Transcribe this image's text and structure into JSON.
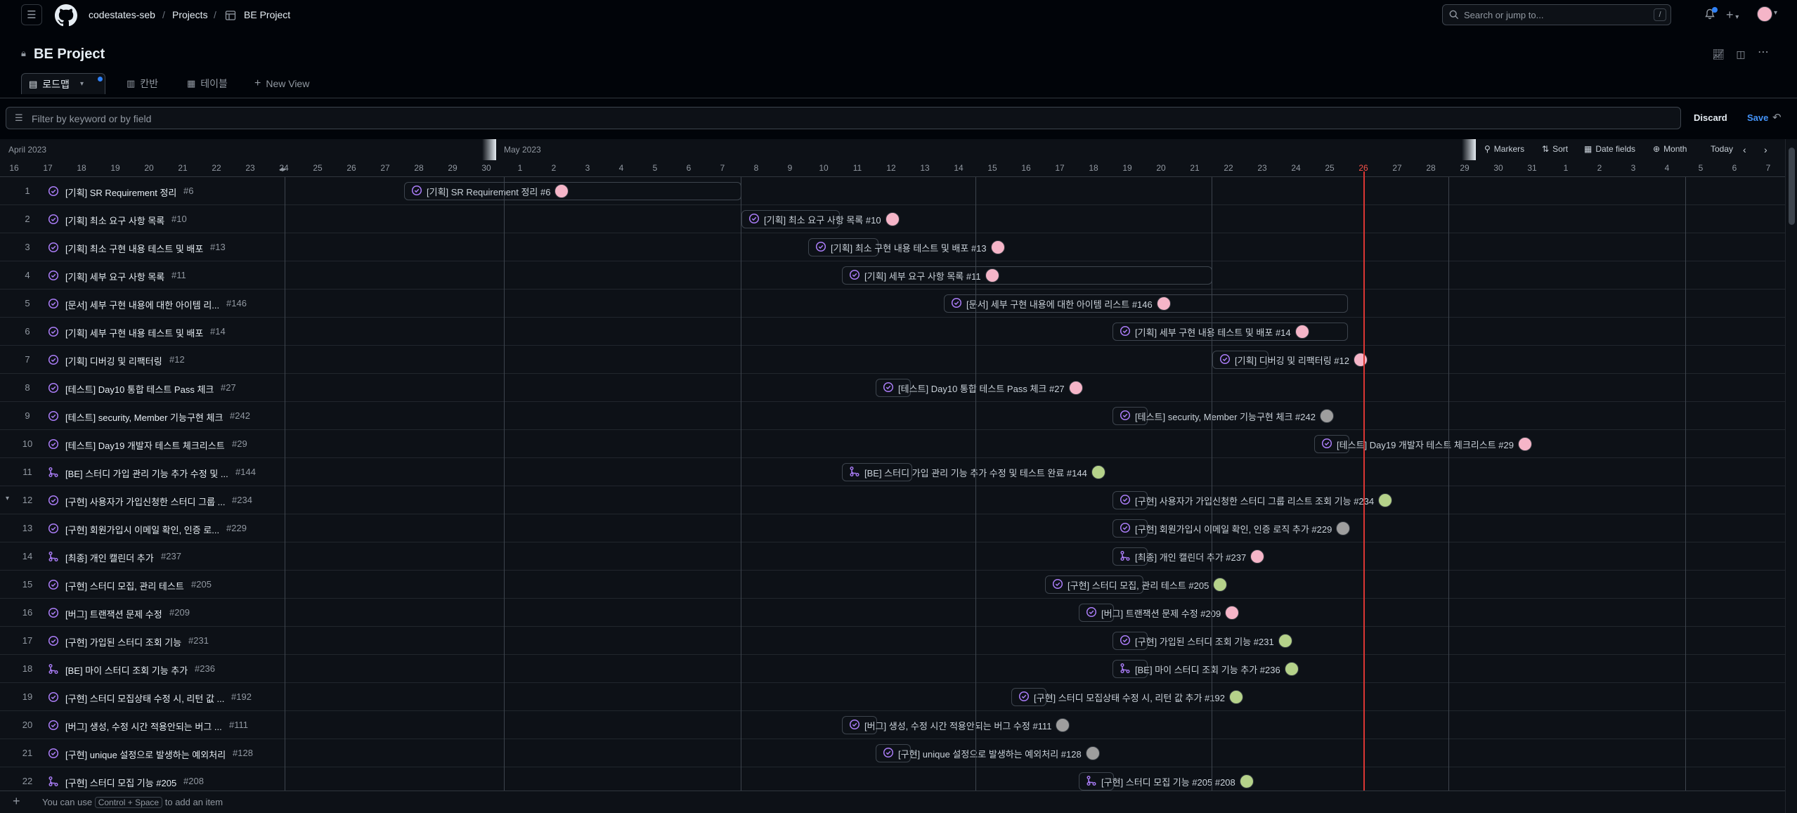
{
  "topbar": {
    "breadcrumb": [
      "codestates-seb",
      "Projects",
      "BE Project"
    ],
    "search_placeholder": "Search or jump to...",
    "search_kbd": "/"
  },
  "project": {
    "title": "BE Project",
    "tabs": [
      {
        "label": "로드맵",
        "icon": "roadmap-icon",
        "active": true
      },
      {
        "label": "칸반",
        "icon": "board-icon",
        "active": false
      },
      {
        "label": "테이블",
        "icon": "table-icon",
        "active": false
      },
      {
        "label": "New View",
        "icon": "plus-icon",
        "active": false
      }
    ]
  },
  "filter": {
    "placeholder": "Filter by keyword or by field",
    "discard_label": "Discard",
    "save_label": "Save"
  },
  "roadmap": {
    "month_left": "April 2023",
    "month_center": "May 2023",
    "controls": {
      "markers": "Markers",
      "sort": "Sort",
      "date_fields": "Date fields",
      "zoom": "Month",
      "today": "Today"
    },
    "today_day": "26",
    "days": [
      "16",
      "17",
      "18",
      "19",
      "20",
      "21",
      "22",
      "23",
      "24",
      "25",
      "26",
      "27",
      "28",
      "29",
      "30",
      "1",
      "2",
      "3",
      "4",
      "5",
      "6",
      "7",
      "8",
      "9",
      "10",
      "11",
      "12",
      "13",
      "14",
      "15",
      "16",
      "17",
      "18",
      "19",
      "20",
      "21",
      "22",
      "23",
      "24",
      "25",
      "26",
      "27",
      "28",
      "29",
      "30",
      "31",
      "1",
      "2",
      "3",
      "4",
      "5",
      "6",
      "7"
    ],
    "rows": [
      {
        "n": "1",
        "title": "[기획] SR Requirement 정리",
        "ref": "#6",
        "type": "issue",
        "bar_label": "[기획] SR Requirement 정리 #6",
        "avatar": "#f5b5c8"
      },
      {
        "n": "2",
        "title": "[기획] 최소 요구 사항 목록",
        "ref": "#10",
        "type": "issue",
        "bar_label": "[기획] 최소 요구 사항 목록 #10",
        "avatar": "#f5b5c8"
      },
      {
        "n": "3",
        "title": "[기획] 최소 구현 내용 테스트 및 배포",
        "ref": "#13",
        "type": "issue",
        "bar_label": "[기획] 최소 구현 내용 테스트 및 배포 #13",
        "avatar": "#f5b5c8"
      },
      {
        "n": "4",
        "title": "[기획] 세부 요구 사항 목록",
        "ref": "#11",
        "type": "issue",
        "bar_label": "[기획] 세부 요구 사항 목록 #11",
        "avatar": "#f5b5c8"
      },
      {
        "n": "5",
        "title": "[문서] 세부 구현 내용에 대한 아이템 리...",
        "ref": "#146",
        "type": "issue",
        "bar_label": "[문서] 세부 구현 내용에 대한 아이템 리스트 #146",
        "avatar": "#f5b5c8"
      },
      {
        "n": "6",
        "title": "[기획] 세부 구현 내용 테스트 및 배포",
        "ref": "#14",
        "type": "issue",
        "bar_label": "[기획] 세부 구현 내용 테스트 및 배포 #14",
        "avatar": "#f5b5c8"
      },
      {
        "n": "7",
        "title": "[기획] 디버깅 및 리팩터링",
        "ref": "#12",
        "type": "issue",
        "bar_label": "[기획] 디버깅 및 리팩터링 #12",
        "avatar": "#f5b5c8"
      },
      {
        "n": "8",
        "title": "[테스트] Day10 통합 테스트 Pass 체크",
        "ref": "#27",
        "type": "issue",
        "bar_label": "[테스트] Day10 통합 테스트 Pass 체크 #27",
        "avatar": "#f5b5c8"
      },
      {
        "n": "9",
        "title": "[테스트] security, Member 기능구현 체크",
        "ref": "#242",
        "type": "issue",
        "bar_label": "[테스트] security, Member 기능구현 체크 #242",
        "avatar": "#9e9e9e"
      },
      {
        "n": "10",
        "title": "[테스트] Day19 개발자 테스트 체크리스트",
        "ref": "#29",
        "type": "issue",
        "bar_label": "[테스트] Day19 개발자 테스트 체크리스트 #29",
        "avatar": "#f5b5c8"
      },
      {
        "n": "11",
        "title": "[BE] 스터디 가입 관리 기능 추가 수정 및 ...",
        "ref": "#144",
        "type": "pr",
        "bar_label": "[BE] 스터디 가입 관리 기능 추가 수정 및 테스트 완료 #144",
        "avatar": "#b5d28a"
      },
      {
        "n": "12",
        "title": "[구현] 사용자가 가입신청한 스터디 그룹 ...",
        "ref": "#234",
        "type": "issue",
        "bar_label": "[구현] 사용자가 가입신청한 스터디 그룹 리스트 조회 기능 #234",
        "avatar": "#b5d28a"
      },
      {
        "n": "13",
        "title": "[구현] 회원가입시 이메일 확인, 인증 로...",
        "ref": "#229",
        "type": "issue",
        "bar_label": "[구현] 회원가입시 이메일 확인, 인증 로직 추가 #229",
        "avatar": "#9e9e9e"
      },
      {
        "n": "14",
        "title": "[최종] 개인 캘린더 추가",
        "ref": "#237",
        "type": "pr",
        "bar_label": "[최종] 개인 캘린더 추가 #237",
        "avatar": "#f5b5c8"
      },
      {
        "n": "15",
        "title": "[구현] 스터디 모집, 관리 테스트",
        "ref": "#205",
        "type": "issue",
        "bar_label": "[구현] 스터디 모집, 관리 테스트 #205",
        "avatar": "#b5d28a"
      },
      {
        "n": "16",
        "title": "[버그] 트랜잭션 문제 수정",
        "ref": "#209",
        "type": "issue",
        "bar_label": "[버그] 트랜잭션 문제 수정 #209",
        "avatar": "#f5b5c8"
      },
      {
        "n": "17",
        "title": "[구현] 가입된 스터디 조회 기능",
        "ref": "#231",
        "type": "issue",
        "bar_label": "[구현] 가입된 스터디 조회 기능 #231",
        "avatar": "#b5d28a"
      },
      {
        "n": "18",
        "title": "[BE] 마이 스터디 조회 기능 추가",
        "ref": "#236",
        "type": "pr",
        "bar_label": "[BE] 마이 스터디 조회 기능 추가 #236",
        "avatar": "#b5d28a"
      },
      {
        "n": "19",
        "title": "[구현] 스터디 모집상태 수정 시, 리턴 값 ...",
        "ref": "#192",
        "type": "issue",
        "bar_label": "[구현] 스터디 모집상태 수정 시, 리턴 값 추가 #192",
        "avatar": "#b5d28a"
      },
      {
        "n": "20",
        "title": "[버그] 생성, 수정 시간 적용안되는 버그 ...",
        "ref": "#111",
        "type": "issue",
        "bar_label": "[버그] 생성, 수정 시간 적용안되는 버그 수정 #111",
        "avatar": "#9e9e9e"
      },
      {
        "n": "21",
        "title": "[구현] unique 설정으로 발생하는 예외처리",
        "ref": "#128",
        "type": "issue",
        "bar_label": "[구현] unique 설정으로 발생하는 예외처리 #128",
        "avatar": "#9e9e9e"
      },
      {
        "n": "22",
        "title": "[구현] 스터디 모집 기능 #205",
        "ref": "#208",
        "type": "pr",
        "bar_label": "[구현] 스터디 모집 기능 #205 #208",
        "avatar": "#b5d28a"
      }
    ]
  },
  "footer": {
    "pre": "You can use",
    "kbd": "Control + Space",
    "post": "to add an item"
  }
}
